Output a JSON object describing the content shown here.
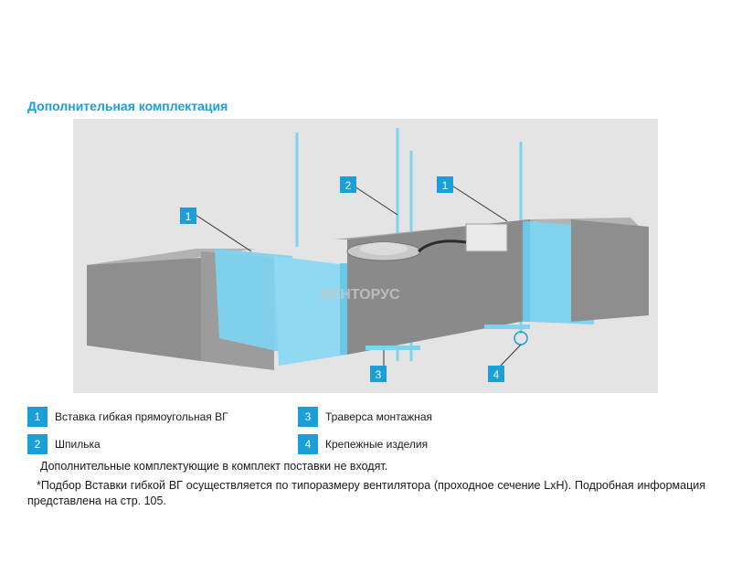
{
  "section_title": "Дополнительная комплектация",
  "colors": {
    "accent": "#1a9fd8",
    "duct": "#8e8e8e",
    "flex_insert": "#7fd3ef",
    "background": "#e4e4e4"
  },
  "illustration": {
    "brand_watermark": "ВЕНТОРУС",
    "callouts": [
      "1",
      "2",
      "1",
      "3",
      "4"
    ]
  },
  "legend": [
    {
      "number": "1",
      "label": "Вставка гибкая прямоугольная ВГ"
    },
    {
      "number": "2",
      "label": "Шпилька"
    },
    {
      "number": "3",
      "label": "Траверса монтажная"
    },
    {
      "number": "4",
      "label": "Крепежные изделия"
    }
  ],
  "note": "Дополнительные комплектующие в комплект поставки не входят.",
  "footnote": "*Подбор Вставки гибкой ВГ осуществляется по типоразмеру вентилятора (проходное сечение LxH). Подробная информация представлена на стр. 105."
}
